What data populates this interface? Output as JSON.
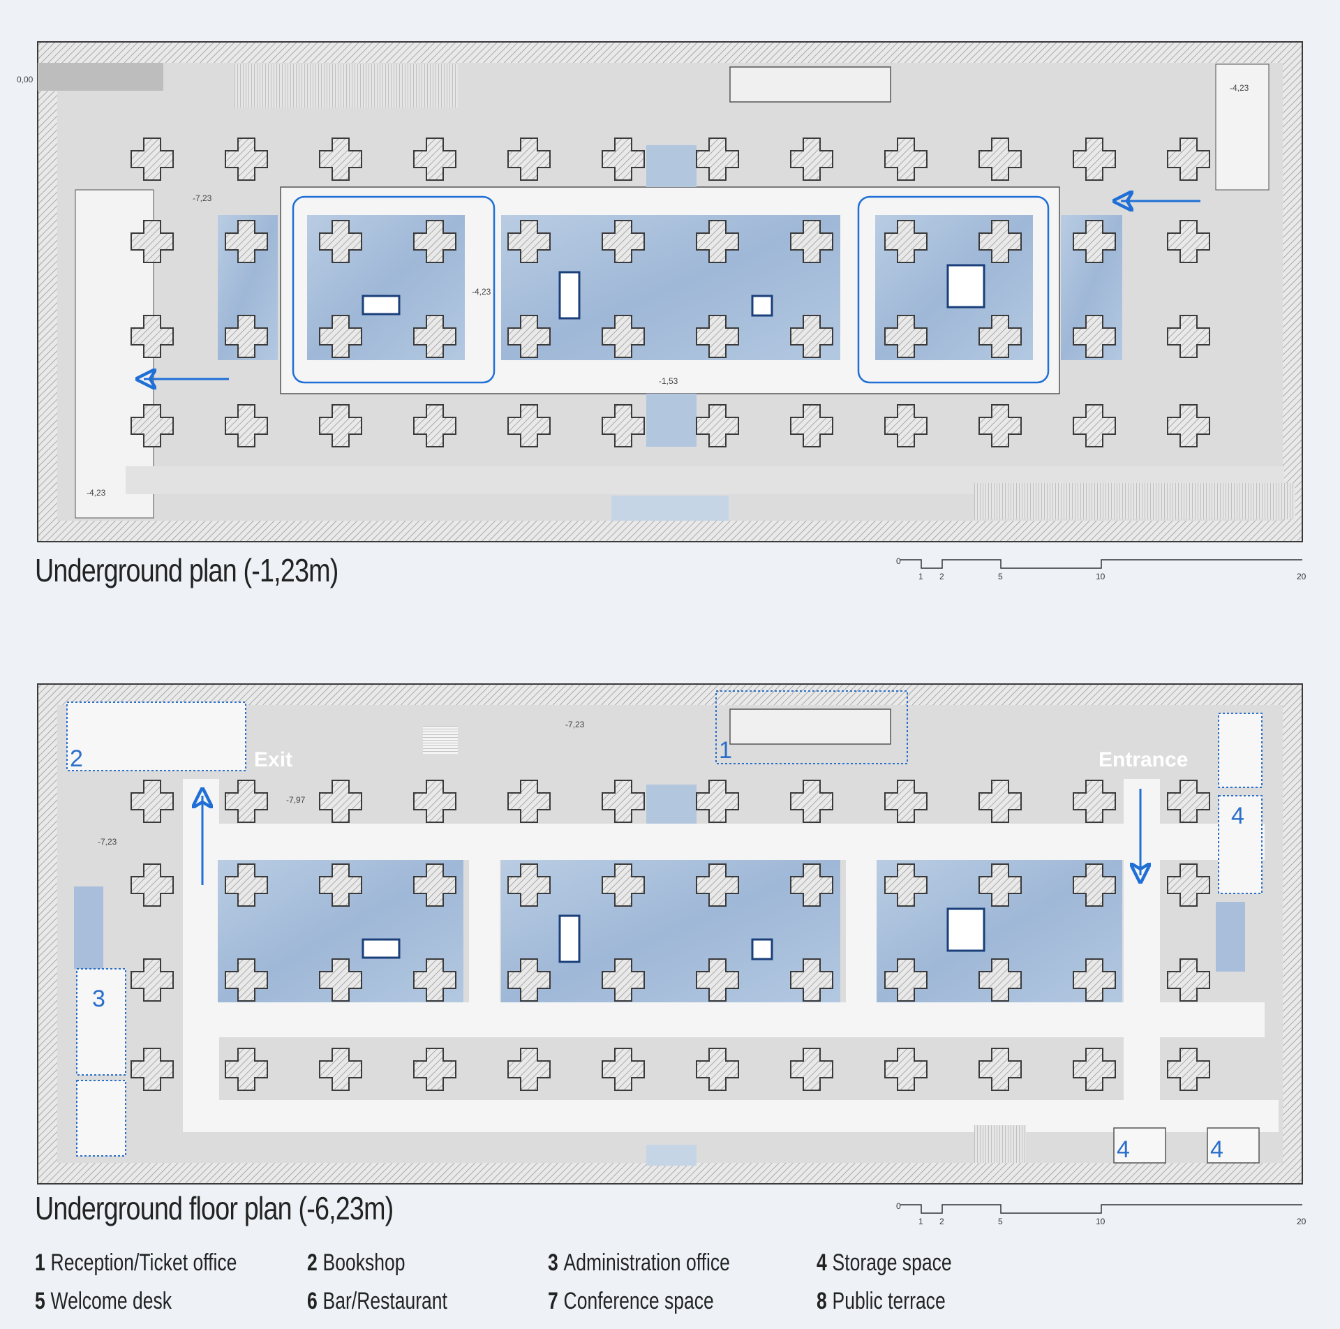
{
  "plan_top": {
    "title": "Underground plan (-1,23m)",
    "levels": [
      "0,00",
      "-4,23",
      "-7,23",
      "-4,23",
      "-1,53",
      "-4,23"
    ]
  },
  "plan_bottom": {
    "title": "Underground floor plan (-6,23m)",
    "levels": [
      "-7,23",
      "-7,97",
      "-7,23"
    ],
    "exit_label": "Exit",
    "entrance_label": "Entrance",
    "room_tags": [
      "2",
      "1",
      "4",
      "3",
      "4",
      "4"
    ]
  },
  "scale_bar": {
    "ticks": [
      "0",
      "1",
      "2",
      "5",
      "10",
      "20"
    ]
  },
  "legend": [
    {
      "num": "1",
      "label": "Reception/Ticket office"
    },
    {
      "num": "2",
      "label": "Bookshop"
    },
    {
      "num": "3",
      "label": "Administration office"
    },
    {
      "num": "4",
      "label": "Storage space"
    },
    {
      "num": "5",
      "label": "Welcome desk"
    },
    {
      "num": "6",
      "label": "Bar/Restaurant"
    },
    {
      "num": "7",
      "label": "Conference space"
    },
    {
      "num": "8",
      "label": "Public terrace"
    }
  ],
  "colors": {
    "wall_outline": "#3a3a3a",
    "hatch": "#9a9a9a",
    "concrete": "#dcdcdc",
    "walkway": "#f3f3f3",
    "water": "#aec3dd",
    "arrow": "#1f6fd6",
    "room_outline": "#2a6fc9"
  }
}
